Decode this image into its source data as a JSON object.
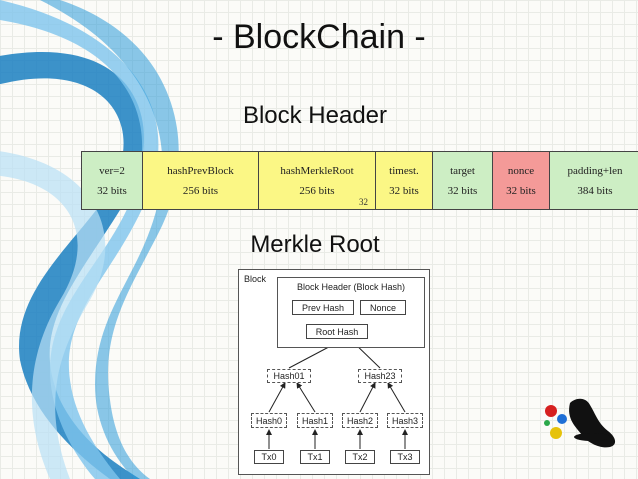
{
  "slide": {
    "title": "- BlockChain -",
    "block_header_heading": "Block Header",
    "merkle_heading": "Merkle Root"
  },
  "block_header": {
    "fields": [
      {
        "name": "ver=2",
        "bits": "32 bits",
        "color": "#cdeec4"
      },
      {
        "name": "hashPrevBlock",
        "bits": "256 bits",
        "color": "#fbf785"
      },
      {
        "name": "hashMerkleRoot",
        "bits": "256 bits",
        "color": "#fbf785"
      },
      {
        "name": "timest.",
        "bits": "32 bits",
        "color": "#fbf785"
      },
      {
        "name": "target",
        "bits": "32 bits",
        "color": "#cdeec4"
      },
      {
        "name": "nonce",
        "bits": "32 bits",
        "color": "#f49a98"
      },
      {
        "name": "padding+len",
        "bits": "384 bits",
        "color": "#cdeec4"
      }
    ],
    "footnote": "32"
  },
  "merkle": {
    "block_label": "Block",
    "header_title": "Block Header (Block Hash)",
    "prev_hash": "Prev Hash",
    "nonce": "Nonce",
    "root_hash": "Root Hash",
    "level1": [
      "Hash01",
      "Hash23"
    ],
    "level0": [
      "Hash0",
      "Hash1",
      "Hash2",
      "Hash3"
    ],
    "txs": [
      "Tx0",
      "Tx1",
      "Tx2",
      "Tx3"
    ]
  },
  "theme": {
    "swoosh_dark": "#1a7fc1",
    "swoosh_light": "#7ec4ec"
  },
  "logo": {
    "icon": "colored-balls-icon"
  }
}
